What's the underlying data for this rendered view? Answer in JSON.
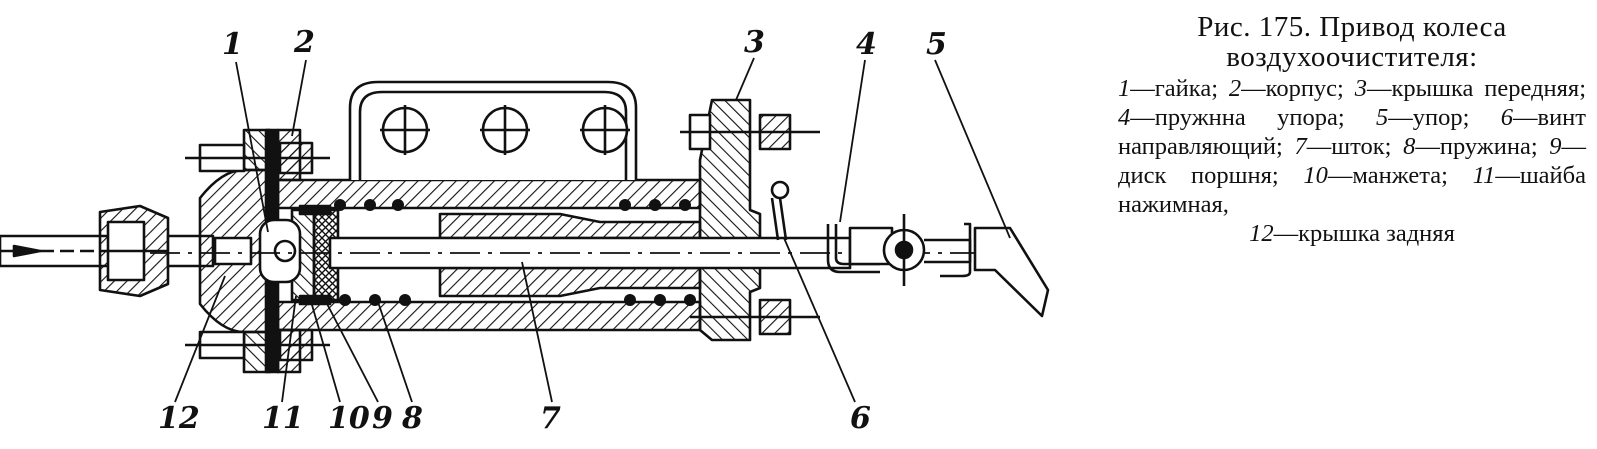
{
  "figure": {
    "caption_title_line1": "Рис. 175. Привод колеса",
    "caption_title_line2": "воздухоочистителя:",
    "legend": [
      {
        "num": "1",
        "text": "—гайка;"
      },
      {
        "num": "2",
        "text": "—корпус;"
      },
      {
        "num": "3",
        "text": "—крышка передняя;"
      },
      {
        "num": "4",
        "text": "—пружнна упора;"
      },
      {
        "num": "5",
        "text": "—упор;"
      },
      {
        "num": "6",
        "text": "—винт направляющий;"
      },
      {
        "num": "7",
        "text": "—шток;"
      },
      {
        "num": "8",
        "text": "—пружина;"
      },
      {
        "num": "9",
        "text": "—диск поршня;"
      },
      {
        "num": "10",
        "text": "—манжета;"
      },
      {
        "num": "11",
        "text": "—шайба нажимная,"
      },
      {
        "num": "12",
        "text": "—крышка задняя"
      }
    ]
  },
  "callouts": {
    "c1": "1",
    "c2": "2",
    "c3": "3",
    "c4": "4",
    "c5": "5",
    "c6": "6",
    "c7": "7",
    "c8": "8",
    "c9": "9",
    "c10": "10",
    "c11": "11",
    "c12": "12"
  }
}
